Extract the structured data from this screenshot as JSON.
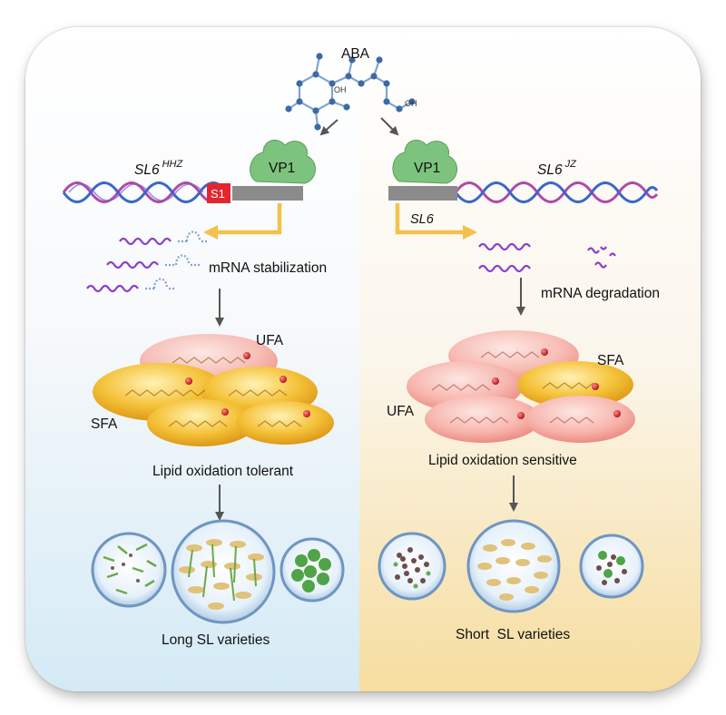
{
  "top": {
    "hormone_label": "ABA",
    "oh_label_1": "OH",
    "oh_label_2": "OH"
  },
  "left": {
    "gene_label": "SL6",
    "gene_superscript": "HHZ",
    "protein_label": "VP1",
    "motif_label": "S1",
    "mrna_label": "mRNA stabilization",
    "ufa_label": "UFA",
    "sfa_label": "SFA",
    "lipid_label": "Lipid oxidation tolerant",
    "varieties_label": "Long SL varieties"
  },
  "right": {
    "gene_label": "SL6",
    "gene_superscript": "JZ",
    "protein_label": "VP1",
    "arrow_gene_label": "SL6",
    "mrna_label": "mRNA degradation",
    "sfa_label": "SFA",
    "ufa_label": "UFA",
    "lipid_label": "Lipid oxidation sensitive",
    "varieties_label": "Short  SL varieties"
  },
  "colors": {
    "protein": "#7cc37e",
    "yellow_arrow": "#f2c14e",
    "motif": "#e3262f",
    "dna_blue": "#3b67c9",
    "dna_purple": "#b04aa8",
    "mrna": "#8b3fc7",
    "sfa_fill": "#f3bc2a",
    "ufa_fill": "#f6b3ad",
    "left_bg": "#dceef7",
    "right_bg": "#f7e3b1"
  }
}
